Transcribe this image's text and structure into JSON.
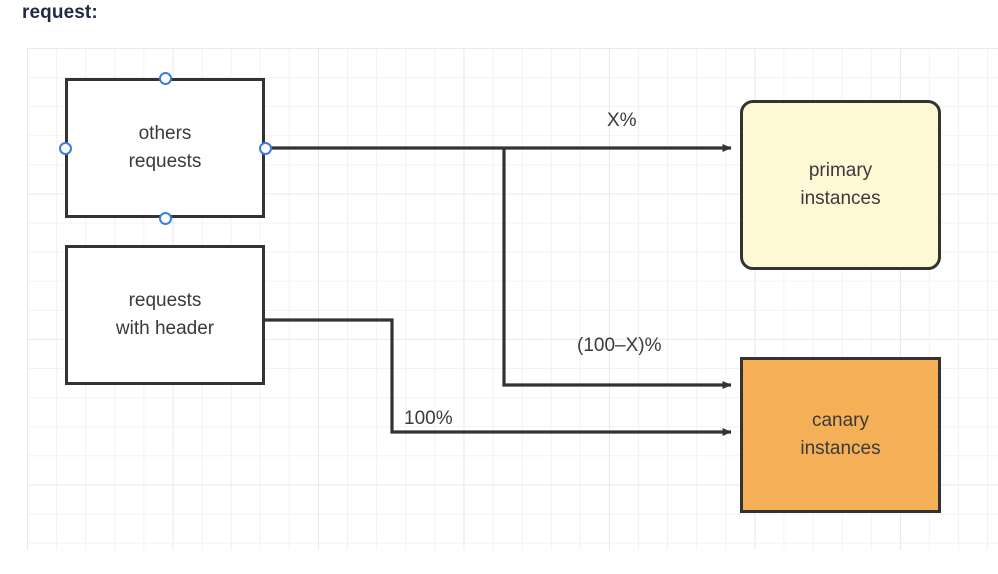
{
  "title": "request:",
  "canvas": {
    "grid": {
      "visible": true,
      "minor_color": "#f2f2f2",
      "major_color": "#e9e9e9"
    }
  },
  "nodes": [
    {
      "id": "others",
      "name": "others-requests-node",
      "lines": [
        "others",
        "requests"
      ],
      "fill": "#ffffff",
      "stroke": "#333333",
      "rounded": false,
      "handles": [
        "top",
        "left",
        "right",
        "bottom"
      ]
    },
    {
      "id": "header",
      "name": "requests-with-header-node",
      "lines": [
        "requests",
        "with header"
      ],
      "fill": "#ffffff",
      "stroke": "#333333",
      "rounded": false,
      "handles": []
    },
    {
      "id": "primary",
      "name": "primary-instances-node",
      "lines": [
        "primary",
        "instances"
      ],
      "fill": "#fff8d4",
      "stroke": "#333333",
      "rounded": true,
      "handles": []
    },
    {
      "id": "canary",
      "name": "canary-instances-node",
      "lines": [
        "canary",
        "instances"
      ],
      "fill": "#f5b057",
      "stroke": "#333333",
      "rounded": false,
      "handles": []
    }
  ],
  "edges": [
    {
      "id": "others-to-primary",
      "from": "others",
      "to": "primary",
      "label": "X%"
    },
    {
      "id": "others-to-canary",
      "from": "others",
      "to": "canary",
      "label": "(100–X)%"
    },
    {
      "id": "header-to-canary",
      "from": "header",
      "to": "canary",
      "label": "100%"
    }
  ],
  "colors": {
    "title": "#1f2a44",
    "connector": "#333333",
    "handle": "#3b7ddd",
    "primary_fill": "#fff8d4",
    "canary_fill": "#f5b057"
  }
}
